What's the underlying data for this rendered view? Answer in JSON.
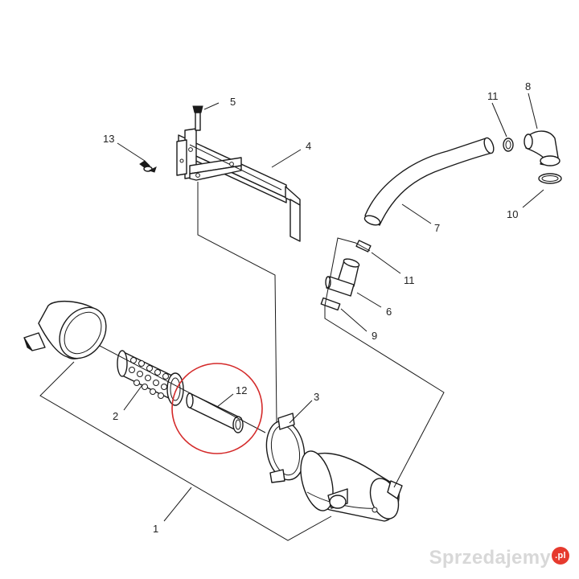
{
  "diagram": {
    "labels": {
      "p1": "1",
      "p2": "2",
      "p3": "3",
      "p4": "4",
      "p5": "5",
      "p6": "6",
      "p7": "7",
      "p8": "8",
      "p9": "9",
      "p10": "10",
      "p11a": "11",
      "p11b": "11",
      "p12": "12",
      "p13": "13"
    },
    "highlight_color": "#d42a2a"
  },
  "watermark": {
    "text": "Sprzedajemy",
    "badge": ".pl",
    "badge_color": "#e63a2e"
  }
}
